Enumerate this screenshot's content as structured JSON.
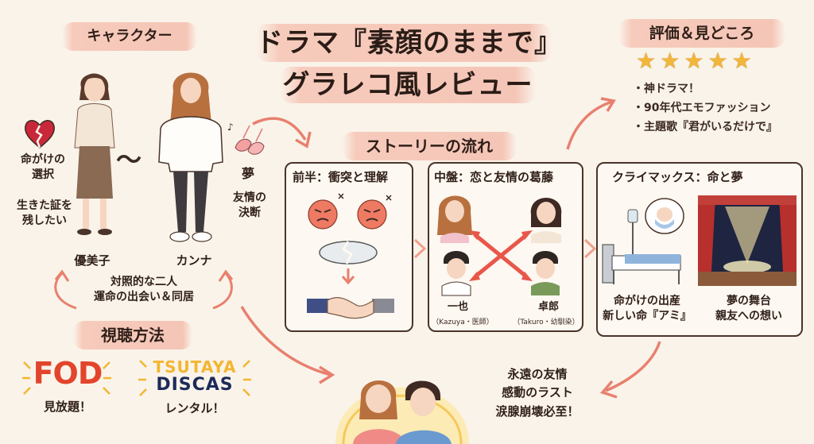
{
  "title": {
    "line1": "ドラマ『素顔のままで』",
    "line2": "グラレコ風レビュー"
  },
  "characters": {
    "heading": "キャラクター",
    "left_note_top": "命がけの\n選択",
    "left_note_bottom": "生きた証を\n残したい",
    "right_note_top": "夢",
    "right_note_bottom": "友情の\n決断",
    "name_left": "優美子",
    "name_right": "カンナ",
    "relation": "対照的な二人\n運命の出会い＆同居"
  },
  "viewing": {
    "heading": "視聴方法",
    "fod_logo": "FOD",
    "fod_label": "見放題！",
    "tsutaya_logo_1": "TSUTAYA",
    "tsutaya_logo_2": "DISCAS",
    "tsutaya_label": "レンタル！"
  },
  "story": {
    "heading": "ストーリーの流れ",
    "panel1_title": "前半：衝突と理解",
    "panel2_title": "中盤：恋と友情の葛藤",
    "panel3_title": "クライマックス：命と夢",
    "kazuya_name": "一也",
    "kazuya_sub": "（Kazuya・医師）",
    "takuro_name": "卓郎",
    "takuro_sub": "（Takuro・幼馴染）",
    "climax_left": "命がけの出産\n新しい命『アミ』",
    "climax_right": "夢の舞台\n親友への想い"
  },
  "rating": {
    "heading": "評価＆見どころ",
    "stars": 5,
    "points": [
      "・神ドラマ！",
      "・90年代エモファッション",
      "・主題歌『君がいるだけで』"
    ]
  },
  "ending": {
    "text": "永遠の友情\n感動のラスト\n涙腺崩壊必至！"
  },
  "colors": {
    "accent_salmon": "#f0a08c",
    "arrow_red": "#e8806e",
    "fod_red": "#e2452b",
    "discas_navy": "#1d2b5a",
    "tsutaya_yellow": "#f2b630",
    "star_gold": "#f2b638"
  }
}
